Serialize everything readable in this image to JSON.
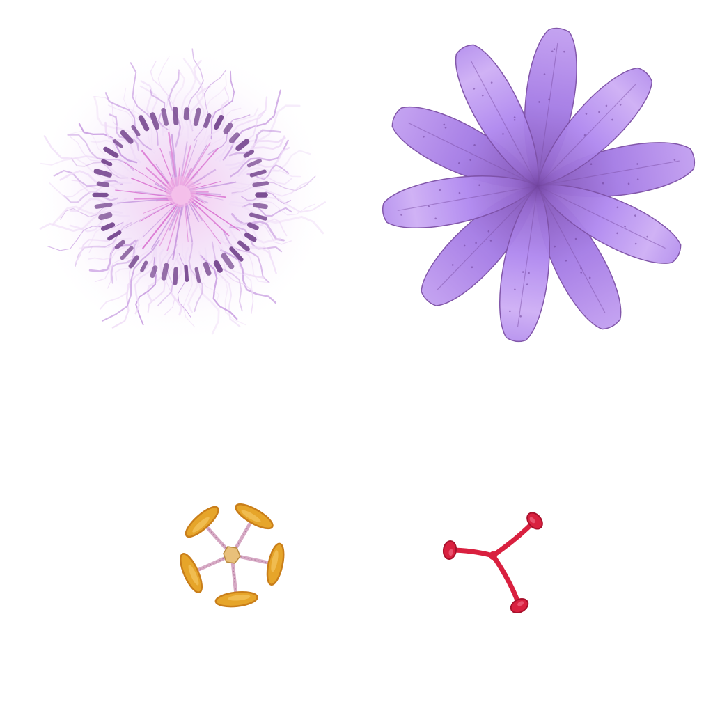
{
  "image": {
    "background": "#ffffff",
    "parts": [
      {
        "name": "corona-filaments",
        "colors": [
          "#7b4d93",
          "#c79be0",
          "#d96fd0",
          "#efdcf7"
        ]
      },
      {
        "name": "perianth-petals",
        "petal_count": 10,
        "colors": [
          "#a87be6",
          "#c9a6f2",
          "#7e52a8"
        ]
      },
      {
        "name": "stamens",
        "anther_count": 5,
        "colors": [
          "#e6a52a",
          "#c97e1a",
          "#d7aac5"
        ]
      },
      {
        "name": "stigmas",
        "stigma_count": 3,
        "colors": [
          "#d9203f",
          "#a9112c"
        ]
      }
    ]
  }
}
